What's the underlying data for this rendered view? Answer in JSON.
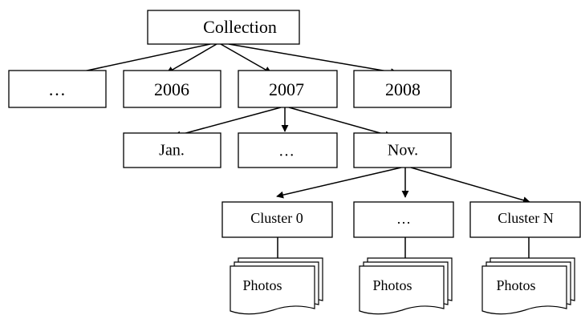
{
  "tree": {
    "root": {
      "label": "Collection"
    },
    "years": [
      {
        "label": "…"
      },
      {
        "label": "2006"
      },
      {
        "label": "2007"
      },
      {
        "label": "2008"
      }
    ],
    "months": [
      {
        "label": "Jan."
      },
      {
        "label": "…"
      },
      {
        "label": "Nov."
      }
    ],
    "clusters": [
      {
        "label": "Cluster 0"
      },
      {
        "label": "…"
      },
      {
        "label": "Cluster N"
      }
    ],
    "photos": [
      {
        "label": "Photos"
      },
      {
        "label": "Photos"
      },
      {
        "label": "Photos"
      }
    ]
  }
}
